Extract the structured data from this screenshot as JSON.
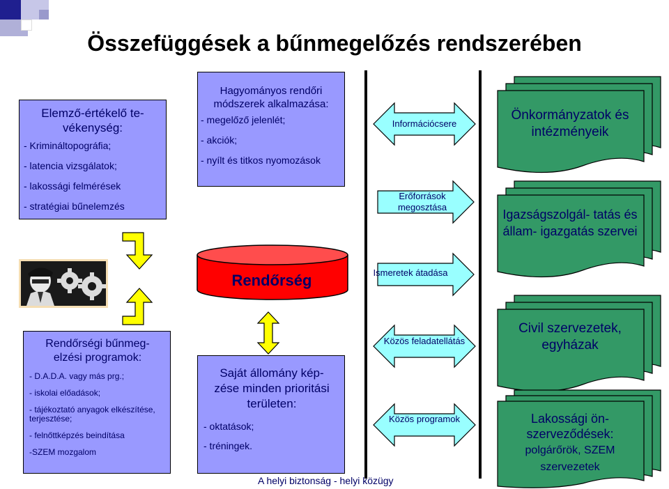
{
  "title": "Összefüggések a bűnmegelőzés rendszerében",
  "colors": {
    "box_fill": "#9999ff",
    "text_navy": "#000066",
    "arrow_yellow": "#ffff00",
    "arrow_cyan": "#99ffff",
    "document_green": "#339966",
    "cylinder_red": "#ff0000"
  },
  "elemzo": {
    "head": [
      "Elemző-értékelő te-",
      "vékenység:"
    ],
    "items": [
      "- Krimináltopográfia;",
      "- latencia vizsgálatok;",
      "- lakossági felmérések",
      "- stratégiai bűnelemzés"
    ]
  },
  "hagyomanyos": {
    "head": [
      "Hagyományos rendőri",
      "módszerek alkalmazása:"
    ],
    "items": [
      "- megelőző jelenlét;",
      "- akciók;",
      "- nyílt és titkos nyomozások"
    ]
  },
  "program": {
    "head": [
      "Rendőrségi bűnmeg-",
      "elzési programok:"
    ],
    "items": [
      "- D.A.D.A. vagy más prg.;",
      "- iskolai előadások;",
      "- tájékoztató anyagok elkészítése, terjesztése;",
      "- felnőttképzés beindítása",
      "-SZEM mozgalom"
    ]
  },
  "sajat": {
    "head": [
      "Saját állomány kép-",
      "zése minden prioritási",
      "területen:"
    ],
    "items": [
      "- oktatások;",
      "- tréningek."
    ]
  },
  "center": {
    "label": "Rendőrség"
  },
  "arrows": [
    {
      "lines": [
        "Információcsere"
      ]
    },
    {
      "lines": [
        "Erőforrások",
        "megosztása"
      ]
    },
    {
      "lines": [
        "Ismeretek",
        "átadása"
      ]
    },
    {
      "lines": [
        "Közös",
        "feladatellátás"
      ]
    },
    {
      "lines": [
        "Közös",
        "programok"
      ]
    }
  ],
  "partners": [
    {
      "lines": [
        "Önkormányzatok",
        "és intézményeik"
      ]
    },
    {
      "lines": [
        "Igazságszolgál-",
        "tatás és állam-",
        "igazgatás szervei"
      ]
    },
    {
      "lines": [
        "Civil szervezetek,",
        "egyházak"
      ]
    },
    {
      "lines": [
        "Lakossági ön-",
        "szerveződések:",
        "polgárőrök, SZEM",
        "szervezetek"
      ]
    }
  ],
  "caption": "A helyi biztonság - helyi közügy",
  "icons": {
    "photo": "police-officer-gears-photo-icon",
    "arrows_yellow": "yellow-flow-arrow-icon",
    "arrows_cyan": "double-arrow-icon",
    "partners": "stacked-documents-icon",
    "center": "cylinder-icon"
  }
}
